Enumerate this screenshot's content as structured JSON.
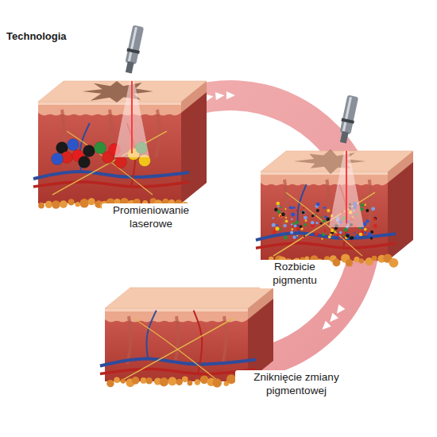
{
  "diagram": {
    "title": "Technologia",
    "labels": [
      "Promieniowanie laserowe",
      "Rozbicie pigmentu",
      "Zniknięcie zmiany pigmentowej"
    ]
  }
}
